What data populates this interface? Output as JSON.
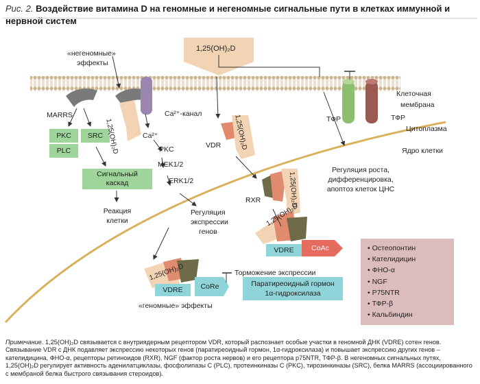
{
  "title": {
    "figure_label": "Рис. 2.",
    "text": "Воздействие витамина D на геномные и негеномные сигнальные пути в клетках иммунной и нервной систем"
  },
  "labels": {
    "nongenomic_line1": "«негеномные»",
    "nongenomic_line2": "эффекты",
    "hormone_top": "1,25(OH)₂D",
    "marrs": "MARRS",
    "pkc_box": "PKC",
    "src_box": "SRC",
    "plc_box": "PLC",
    "receptor_rotated": "1,25(OH)₂D",
    "ca_channel": "Ca²⁺-канал",
    "ca_ion": "Ca²⁺",
    "pkc_path": "PKC",
    "mek": "MEK1/2",
    "erk": "ERK1/2",
    "reg_expr_1": "Регуляция",
    "reg_expr_2": "экспрессии",
    "reg_expr_3": "генов",
    "cascade_line1": "Сигнальный",
    "cascade_line2": "каскад",
    "reaction_1": "Реакция",
    "reaction_2": "клетки",
    "vdr": "VDR",
    "vdr_rotated": "1,25(OH)₂D",
    "rxr": "RXR",
    "rxr_rotated": "1,25(OH)₂D",
    "membrane_1": "Клеточная",
    "membrane_2": "мембрана",
    "tfr_left": "ТФР",
    "tfr_right": "ТФР",
    "cytoplasm": "Цитоплазма",
    "nucleus": "Ядро клетки",
    "growth_1": "Регуляция роста,",
    "growth_2": "дифференцировка,",
    "growth_3": "апоптоз клеток ЦНС",
    "vdre_upper": "VDRE",
    "coac": "CoAc",
    "complex_upper_rotated": "1,25(OH)₂D",
    "vdre_lower": "VDRE",
    "core": "CoRe",
    "complex_lower_rotated": "1,25(OH)₂D",
    "inhibition": "Торможение экспрессии",
    "pth_1": "Паратиреоидный гормон",
    "pth_2": "1α-гидроксилаза",
    "genomic": "«геномные» эффекты"
  },
  "legend": {
    "items": [
      "Остеопонтин",
      "Кателидицин",
      "ФНО-α",
      "NGF",
      "P75NTR",
      "ТФР-β",
      "Кальбиндин"
    ]
  },
  "note": {
    "label": "Примечание.",
    "text": "1,25(OH)₂D связывается с внутриядерным рецептором VDR, который распознает особые участки в геномной ДНК (VDRE) сотен генов. Связывание VDR с ДНК подавляет экспрессию некоторых генов (паратиреоидный гормон, 1α-гидроксилаза) и повышает экспрессию других генов – кателидицина, ФНО-α, рецепторы ретиноидов (RXR), NGF (фактор роста нервов) и его рецептора p75NTR, ТФР-β. В негеномных сигнальных путях, 1,25(OH)₂D регулирует активность аденилатциклазы, фосфолипазы С (PLC), протеинкиназы С (PKC), тирозинкиназы (SRC), белка MARRS (ассоциированного с мембраной белка быстрого связывания стероидов)."
  },
  "colors": {
    "membrane": "#cdb48c",
    "hormone": "#f2d3b3",
    "receptor_orange": "#e08a6e",
    "receptor_olive": "#6f6a48",
    "green_box": "#9fd49a",
    "teal_box": "#8fd4d8",
    "coac": "#e66b5f",
    "legend_bg": "#dcbcbc",
    "ca_channel": "#9b86b2",
    "tfr_green": "#8ebf6e",
    "tfr_red": "#9a5a52",
    "gray_receptor": "#7a7a7a",
    "nucleus_line": "#d9b15a"
  }
}
